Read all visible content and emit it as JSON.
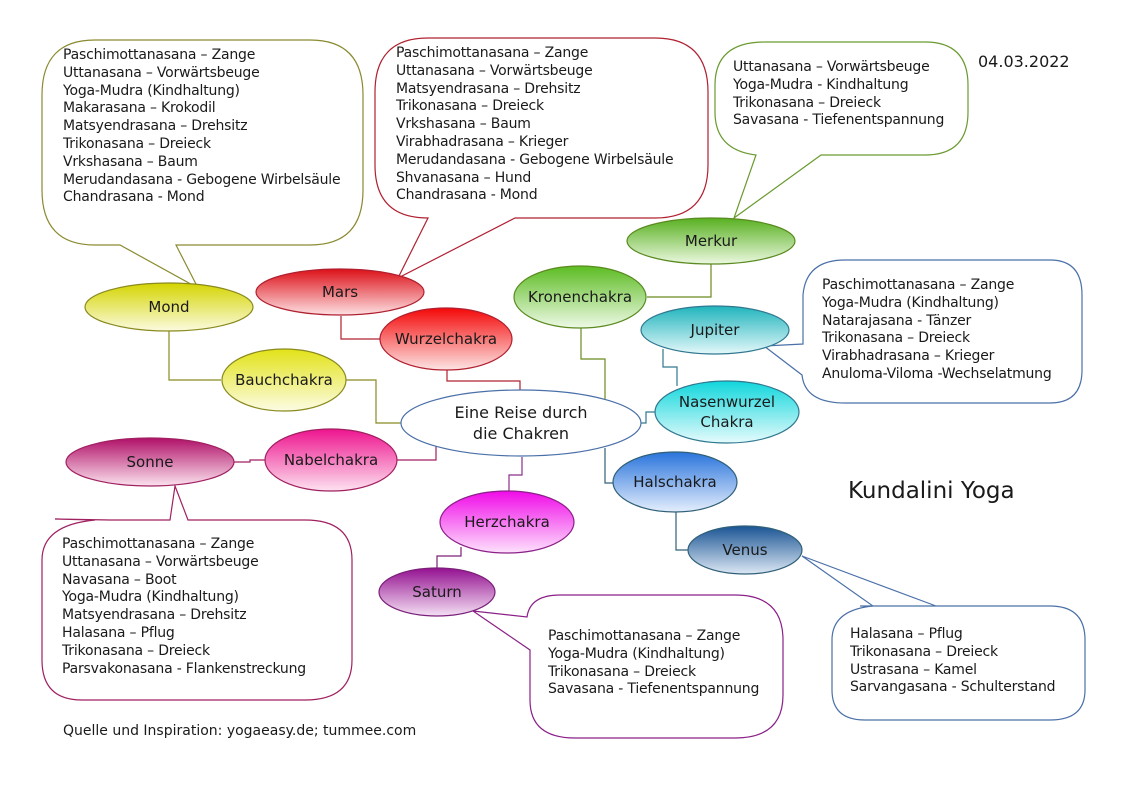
{
  "date": "04.03.2022",
  "title": "Kundalini Yoga",
  "source": "Quelle und Inspiration: yogaeasy.de; tummee.com",
  "center": {
    "line1": "Eine Reise durch",
    "line2": "die Chakren"
  },
  "colors": {
    "mond": "#d8d800",
    "mars": "#e8141c",
    "merkur": "#5cb82a",
    "jupiter": "#20c0c8",
    "sonne": "#b8146c",
    "saturn": "#9a1496",
    "venus": "#1c5a9a",
    "wurzel": "#f01010",
    "bauch": "#e0e020",
    "nabel": "#f01894",
    "herz": "#f010e8",
    "hals": "#2c7ae0",
    "nasenwurzel": "#10d8e0",
    "kronen": "#58c020",
    "center": "#ffffff"
  },
  "nodes": {
    "mond": "Mond",
    "mars": "Mars",
    "merkur": "Merkur",
    "jupiter": "Jupiter",
    "sonne": "Sonne",
    "saturn": "Saturn",
    "venus": "Venus",
    "wurzelchakra": "Wurzelchakra",
    "bauchchakra": "Bauchchakra",
    "nabelchakra": "Nabelchakra",
    "herzchakra": "Herzchakra",
    "halschakra": "Halschakra",
    "nasenwurzel_line1": "Nasenwurzel",
    "nasenwurzel_line2": "Chakra",
    "kronenchakra": "Kronenchakra"
  },
  "callouts": {
    "mond": [
      "Paschimottanasana – Zange",
      "Uttanasana – Vorwärtsbeuge",
      "Yoga-Mudra (Kindhaltung)",
      "Makarasana – Krokodil",
      "Matsyendrasana – Drehsitz",
      "Trikonasana – Dreieck",
      "Vrkshasana – Baum",
      "Merudandasana - Gebogene Wirbelsäule",
      "Chandrasana - Mond"
    ],
    "mars": [
      "Paschimottanasana – Zange",
      "Uttanasana – Vorwärtsbeuge",
      "Matsyendrasana – Drehsitz",
      "Trikonasana – Dreieck",
      "Vrkshasana – Baum",
      "Virabhadrasana – Krieger",
      "Merudandasana - Gebogene Wirbelsäule",
      "Shvanasana – Hund",
      "Chandrasana - Mond"
    ],
    "merkur": [
      "Uttanasana – Vorwärtsbeuge",
      "Yoga-Mudra - Kindhaltung",
      "Trikonasana – Dreieck",
      "Savasana - Tiefenentspannung"
    ],
    "jupiter": [
      "Paschimottanasana – Zange",
      "Yoga-Mudra (Kindhaltung)",
      "Natarajasana - Tänzer",
      "Trikonasana – Dreieck",
      "Virabhadrasana – Krieger",
      "Anuloma-Viloma -Wechselatmung"
    ],
    "sonne": [
      "Paschimottanasana – Zange",
      "Uttanasana – Vorwärtsbeuge",
      "Navasana – Boot",
      "Yoga-Mudra (Kindhaltung)",
      "Matsyendrasana – Drehsitz",
      "Halasana – Pflug",
      "Trikonasana – Dreieck",
      "Parsvakonasana - Flankenstreckung"
    ],
    "saturn": [
      "Paschimottanasana – Zange",
      "Yoga-Mudra (Kindhaltung)",
      "Trikonasana – Dreieck",
      "Savasana - Tiefenentspannung"
    ],
    "venus": [
      "Halasana – Pflug",
      "Trikonasana – Dreieck",
      "Ustrasana – Kamel",
      "Sarvangasana - Schulterstand"
    ]
  }
}
